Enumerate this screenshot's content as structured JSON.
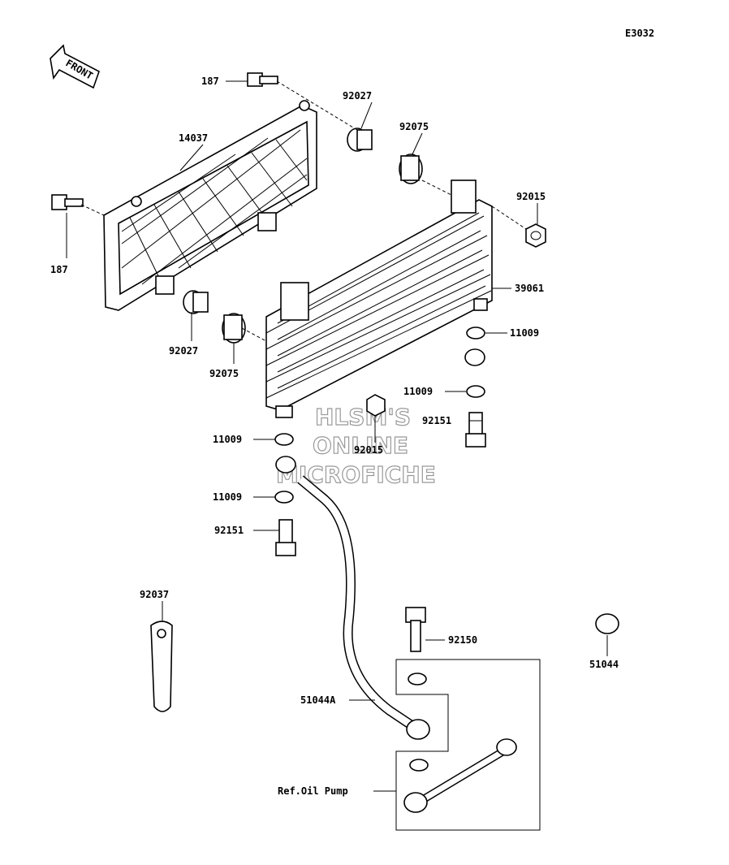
{
  "diagram_code": "E3032",
  "front_label": "FRONT",
  "watermark": [
    "HLSM'S",
    "ONLINE",
    "MICROFICHE"
  ],
  "labels": {
    "p187_top": "187",
    "p187_left": "187",
    "p14037": "14037",
    "p92027_top": "92027",
    "p92027_bottom": "92027",
    "p92075_top": "92075",
    "p92075_bottom": "92075",
    "p92015_top": "92015",
    "p92015_bottom": "92015",
    "p39061": "39061",
    "p11009_a": "11009",
    "p11009_b": "11009",
    "p11009_c": "11009",
    "p11009_d": "11009",
    "p92151_a": "92151",
    "p92151_b": "92151",
    "p92037": "92037",
    "p92150": "92150",
    "p51044": "51044",
    "p51044A": "51044A",
    "ref_oil_pump": "Ref.Oil Pump"
  }
}
